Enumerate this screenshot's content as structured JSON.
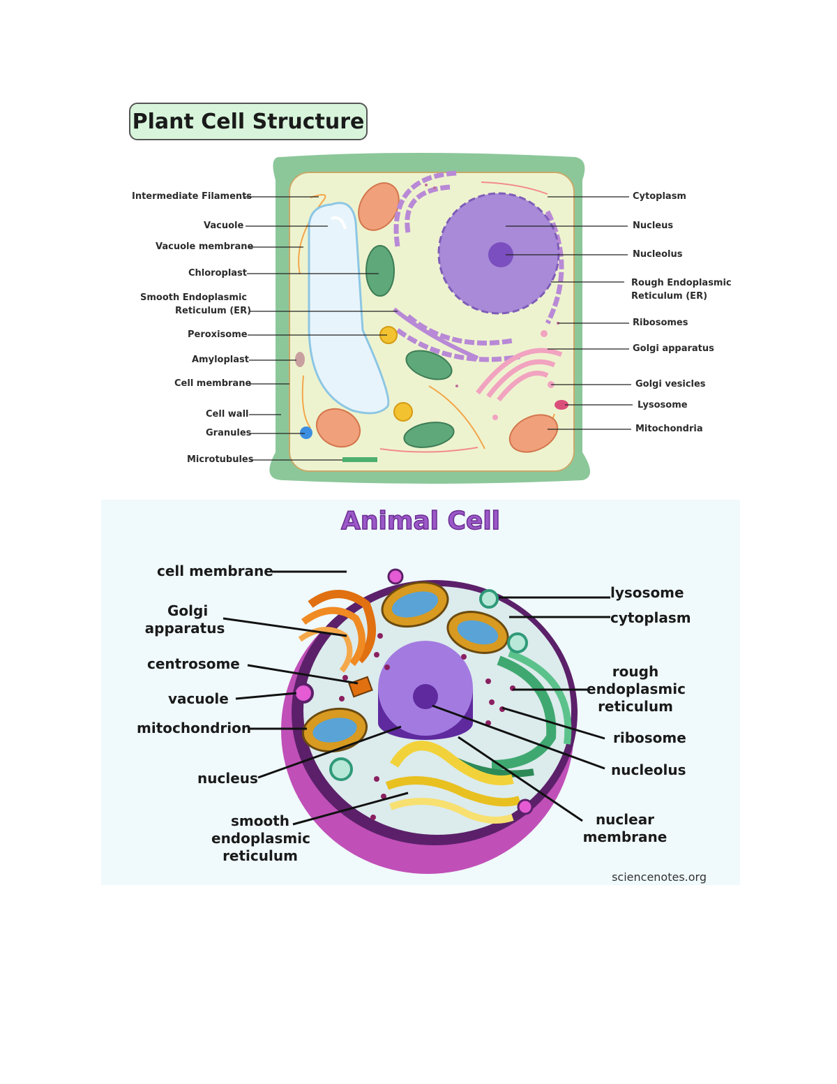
{
  "plant": {
    "title": "Plant Cell Structure",
    "labels_left": [
      "Intermediate Filaments",
      "Vacuole",
      "Vacuole membrane",
      "Chloroplast",
      "Smooth Endoplasmic",
      "Reticulum (ER)",
      "Peroxisome",
      "Amyloplast",
      "Cell membrane",
      "Cell wall",
      "Granules",
      "Microtubules"
    ],
    "labels_right": [
      "Cytoplasm",
      "Nucleus",
      "Nucleolus",
      "Rough Endoplasmic",
      "Reticulum (ER)",
      "Ribosomes",
      "Golgi apparatus",
      "Golgi vesicles",
      "Lysosome",
      "Mitochondria"
    ]
  },
  "animal": {
    "title": "Animal Cell",
    "labels_left": {
      "cell_membrane": "cell membrane",
      "golgi_1": "Golgi",
      "golgi_2": "apparatus",
      "centrosome": "centrosome",
      "vacuole": "vacuole",
      "mitochondrion": "mitochondrion",
      "nucleus": "nucleus",
      "smooth_1": "smooth",
      "smooth_2": "endoplasmic",
      "smooth_3": "reticulum"
    },
    "labels_right": {
      "lysosome": "lysosome",
      "cytoplasm": "cytoplasm",
      "rough_1": "rough",
      "rough_2": "endoplasmic",
      "rough_3": "reticulum",
      "ribosome": "ribosome",
      "nucleolus": "nucleolus",
      "nuclear_1": "nuclear",
      "nuclear_2": "membrane"
    },
    "credit": "sciencenotes.org"
  },
  "colors": {
    "cell_wall": "#8cc79a",
    "cytoplasm_plant": "#eef3cf",
    "vacuole": "#e8f4fb",
    "nucleus_plant": "#a88ad8",
    "er_plant": "#b889d6",
    "golgi_plant": "#f1a3c0",
    "mitochondria": "#f0a07a",
    "chloroplast": "#5fa87a",
    "animal_membrane": "#5b2069",
    "animal_cytoplasm": "#dcebec",
    "animal_nucleus": "#a37be0",
    "animal_rough_er": "#3fa870",
    "animal_smooth_er": "#f2d23a",
    "animal_golgi": "#f08a22",
    "animal_title": "#9b59c8"
  }
}
